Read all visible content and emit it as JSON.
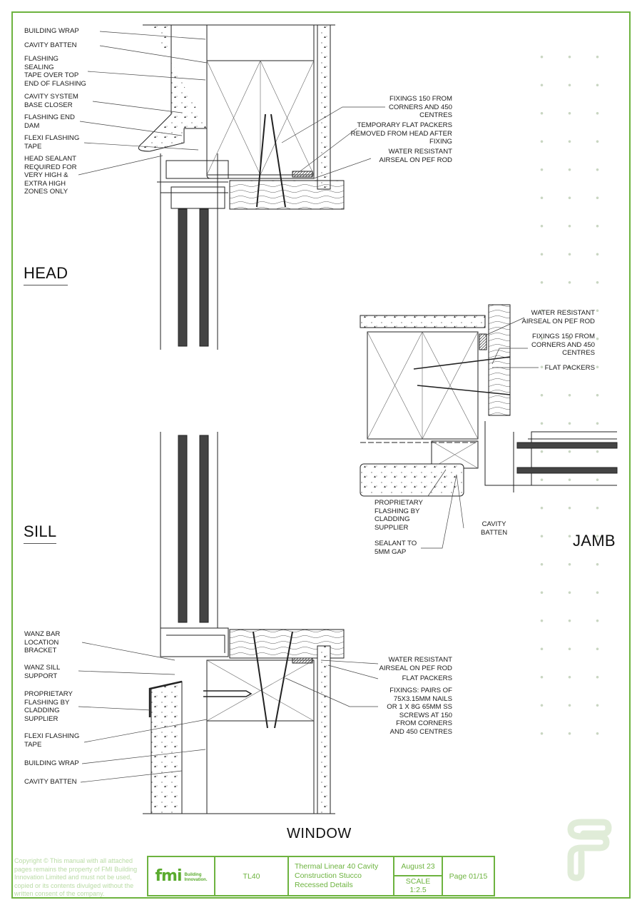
{
  "document": {
    "title": "WINDOW",
    "border_color": "#6db33f",
    "accent_color": "#5aab2e"
  },
  "sections": {
    "head": "HEAD",
    "sill": "SILL",
    "jamb": "JAMB"
  },
  "head_labels_left": [
    "BUILDING WRAP",
    "CAVITY BATTEN",
    "FLASHING\nSEALING\nTAPE OVER TOP\nEND OF FLASHING",
    "CAVITY SYSTEM\nBASE CLOSER",
    "FLASHING END\nDAM",
    "FLEXI FLASHING\nTAPE",
    "HEAD SEALANT\nREQUIRED FOR\nVERY HIGH &\nEXTRA HIGH\nZONES ONLY"
  ],
  "head_labels_right": [
    "FIXINGS 150 FROM\nCORNERS AND 450\nCENTRES",
    "TEMPORARY FLAT PACKERS\nREMOVED FROM HEAD AFTER\nFIXING",
    "WATER RESISTANT\nAIRSEAL ON PEF ROD"
  ],
  "jamb_labels_right": [
    "WATER RESISTANT\nAIRSEAL ON PEF ROD",
    "FIXINGS 150 FROM\nCORNERS AND 450\nCENTRES",
    "FLAT PACKERS"
  ],
  "jamb_labels_bottom": [
    "PROPRIETARY\nFLASHING BY\nCLADDING\nSUPPLIER",
    "CAVITY\nBATTEN",
    "SEALANT TO\n5mm GAP"
  ],
  "sill_labels_left": [
    "WANZ BAR\nLOCATION\nBRACKET",
    "WANZ SILL\nSUPPORT",
    "PROPRIETARY\nFLASHING BY\nCLADDING\nSUPPLIER",
    "FLEXI FLASHING\nTAPE",
    "BUILDING WRAP",
    "CAVITY BATTEN"
  ],
  "sill_labels_right": [
    "WATER RESISTANT\nAIRSEAL ON PEF ROD",
    "FLAT PACKERS",
    "FIXINGS: PAIRS OF\n75x3.15mm NAILS\nOR 1 X 8g 65MM SS\nSCREWS AT 150\nFROM CORNERS\nAND 450 CENTRES"
  ],
  "footer": {
    "copyright": "Copyright © This manual with all attached pages remains the property of FMI Building Innovation Limited and must not be used, copied or its contents divulged without the written consent of the company.",
    "logo_text": "fmi",
    "logo_subtext": "Building\nInnovation.",
    "code": "TL40",
    "description": "Thermal Linear 40 Cavity\nConstruction Stucco\nRecessed Details",
    "date": "August 23",
    "scale": "SCALE\n1:2.5",
    "page": "Page 01/15"
  }
}
